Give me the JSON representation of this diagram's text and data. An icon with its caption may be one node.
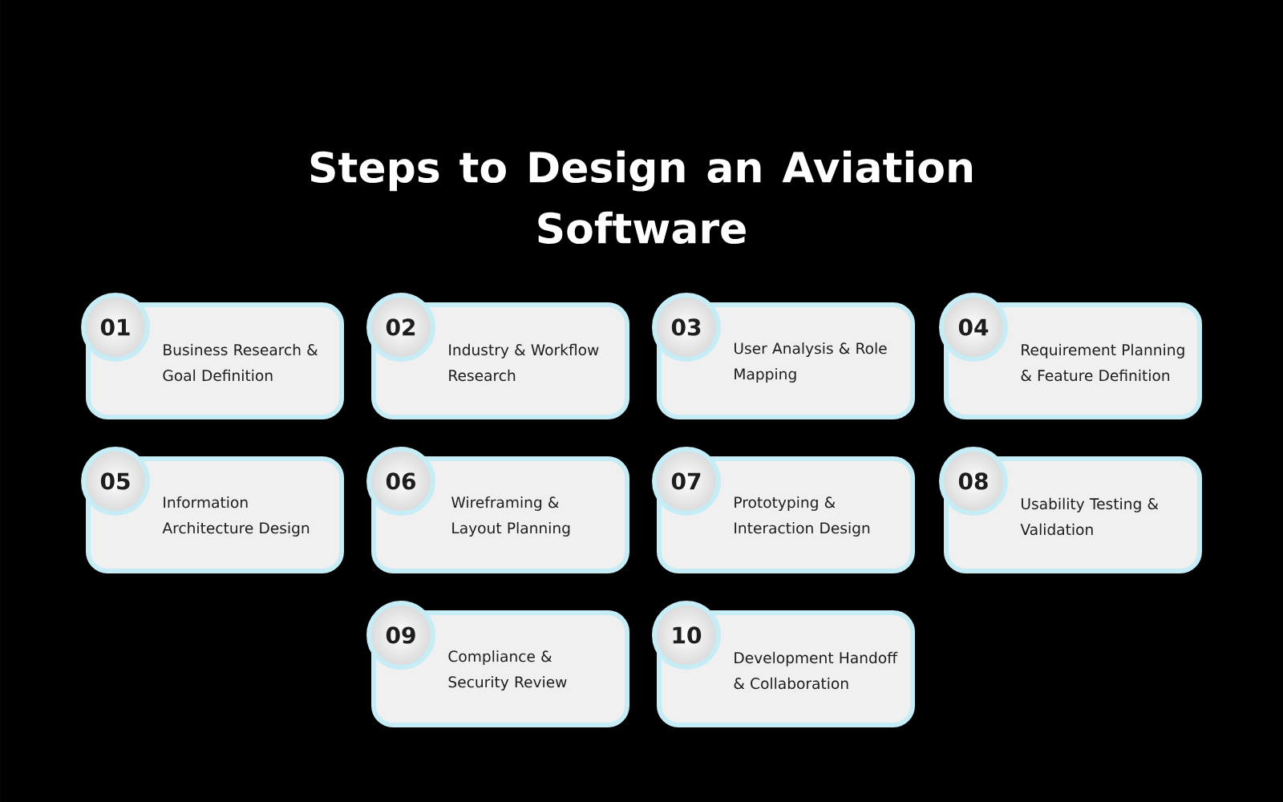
{
  "diagram": {
    "title": "Steps to Design an Aviation Software",
    "nodes": [
      {
        "text": [
          "01",
          "Business Research & Goal Definition"
        ]
      },
      {
        "text": [
          "02",
          "Industry & Workflow Research"
        ]
      },
      {
        "text": [
          "03",
          "User Analysis & Role Mapping"
        ]
      },
      {
        "text": [
          "04",
          "Requirement Planning & Feature Definition"
        ]
      },
      {
        "text": [
          "05",
          "Information Architecture Design"
        ]
      },
      {
        "text": [
          "06",
          "Wireframing & Layout Planning"
        ]
      },
      {
        "text": [
          "07",
          "Prototyping & Interaction Design"
        ]
      },
      {
        "text": [
          "08",
          "Usability Testing & Validation"
        ]
      },
      {
        "text": [
          "09",
          "Compliance & Security Review"
        ]
      },
      {
        "text": [
          "10",
          "Development Handoff & Collaboration"
        ]
      }
    ]
  }
}
